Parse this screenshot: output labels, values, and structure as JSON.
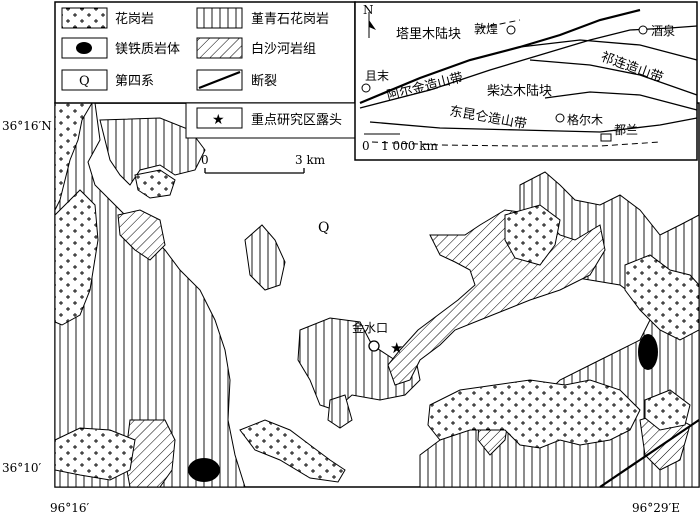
{
  "legend": {
    "items": [
      {
        "key": "granite",
        "label": "花岗岩"
      },
      {
        "key": "amphibole-granite",
        "label": "堇青石花岗岩"
      },
      {
        "key": "ultramafic",
        "label": "镁铁质岩体"
      },
      {
        "key": "baishahe",
        "label": "白沙河岩组"
      },
      {
        "key": "quaternary",
        "label": "第四系",
        "symbol": "Q"
      },
      {
        "key": "fault",
        "label": "断裂"
      },
      {
        "key": "outcrop",
        "label": "重点研究区露头",
        "symbol": "★"
      }
    ]
  },
  "inset": {
    "north": "N",
    "labels": {
      "tarim": "塔里木陆块",
      "dunhuang": "敦煌",
      "jiuquan": "酒泉",
      "qiemo": "且末",
      "altun": "阿尔金造山带",
      "qilian": "祁连造山带",
      "qaidam": "柴达木陆块",
      "golmud": "格尔木",
      "dulan": "都兰",
      "kunlun": "东昆仑造山带"
    },
    "scale": "0   1 000 km"
  },
  "map": {
    "scale_zero": "0",
    "scale_end": "3 km",
    "quaternary_label": "Q",
    "site_label": "金水口",
    "lat_top": "36°16′N",
    "lat_bottom": "36°10′",
    "lon_left": "96°16′",
    "lon_right": "96°29′E"
  }
}
